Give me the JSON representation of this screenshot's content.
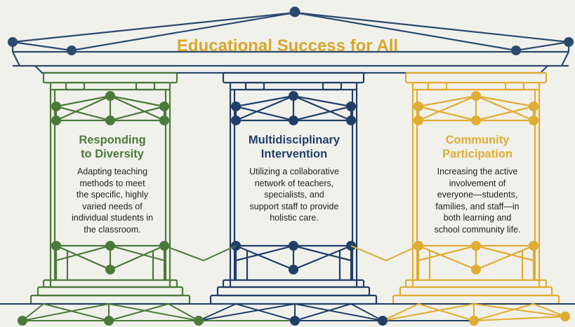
{
  "title": "Educational Success for All",
  "colors": {
    "background": "#f1f1ec",
    "roof": "#2a4a6e",
    "title": "#d8a72b",
    "green": "#4b7a3b",
    "navy": "#203f68",
    "gold": "#e0ac32"
  },
  "pillars": [
    {
      "heading": "Responding\nto Diversity",
      "description": "Adapting teaching\nmethods to meet\nthe specific, highly\nvaried needs of\nindividual students in\nthe classroom.",
      "color": "#4b7a3b"
    },
    {
      "heading": "Multidisciplinary\nIntervention",
      "description": "Utilizing a collaborative\nnetwork of teachers,\nspecialists, and\nsupport staff to provide\nholistic care.",
      "color": "#203f68"
    },
    {
      "heading": "Community\nParticipation",
      "description": "Increasing the active\ninvolvement of\neveryone—students,\nfamilies, and staff—in\nboth learning and\nschool community life.",
      "color": "#e0ac32"
    }
  ]
}
